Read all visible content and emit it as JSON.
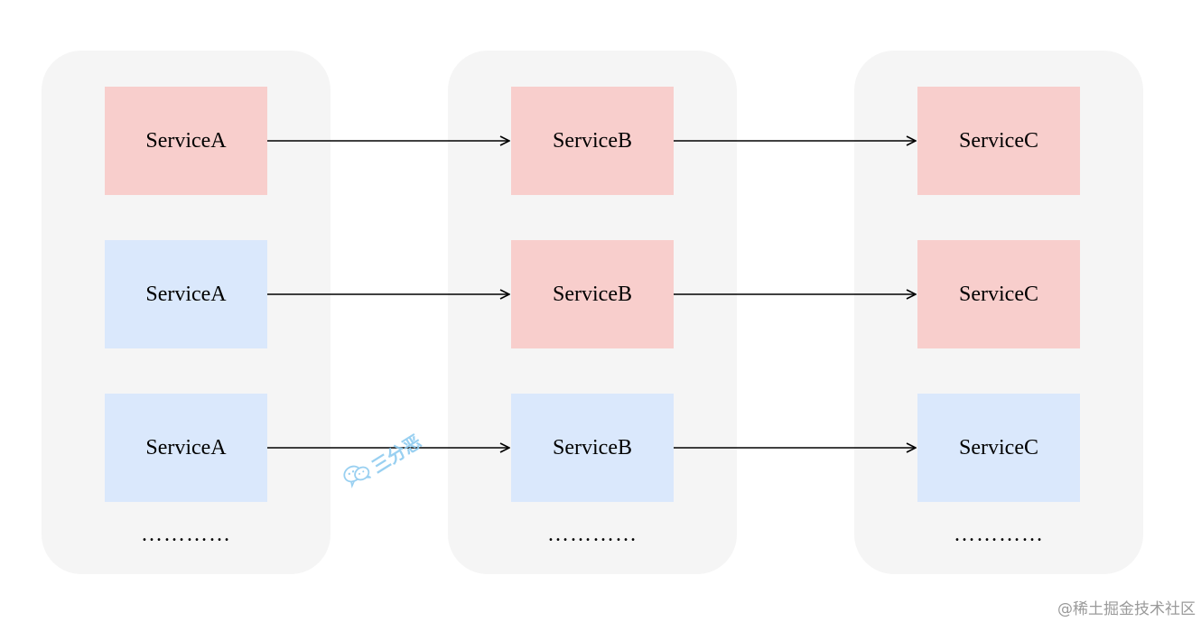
{
  "diagram": {
    "columns": [
      {
        "name": "ServiceA",
        "nodes": [
          {
            "label": "ServiceA",
            "color": "#f8cecc"
          },
          {
            "label": "ServiceA",
            "color": "#dae8fc"
          },
          {
            "label": "ServiceA",
            "color": "#dae8fc"
          }
        ],
        "ellipsis": "…………"
      },
      {
        "name": "ServiceB",
        "nodes": [
          {
            "label": "ServiceB",
            "color": "#f8cecc"
          },
          {
            "label": "ServiceB",
            "color": "#f8cecc"
          },
          {
            "label": "ServiceB",
            "color": "#dae8fc"
          }
        ],
        "ellipsis": "…………"
      },
      {
        "name": "ServiceC",
        "nodes": [
          {
            "label": "ServiceC",
            "color": "#f8cecc"
          },
          {
            "label": "ServiceC",
            "color": "#f8cecc"
          },
          {
            "label": "ServiceC",
            "color": "#dae8fc"
          }
        ],
        "ellipsis": "…………"
      }
    ],
    "edges": [
      {
        "from": "ServiceA",
        "to": "ServiceB",
        "row": 1
      },
      {
        "from": "ServiceA",
        "to": "ServiceB",
        "row": 2
      },
      {
        "from": "ServiceA",
        "to": "ServiceB",
        "row": 3
      },
      {
        "from": "ServiceB",
        "to": "ServiceC",
        "row": 1
      },
      {
        "from": "ServiceB",
        "to": "ServiceC",
        "row": 2
      },
      {
        "from": "ServiceB",
        "to": "ServiceC",
        "row": 3
      }
    ],
    "colors": {
      "column_bg": "#f5f5f5",
      "pink": "#f8cecc",
      "blue": "#dae8fc",
      "arrow": "#000000"
    }
  },
  "watermark": {
    "text": "三分恶",
    "icon": "wechat-icon"
  },
  "footer": {
    "credit": "@稀土掘金技术社区"
  }
}
